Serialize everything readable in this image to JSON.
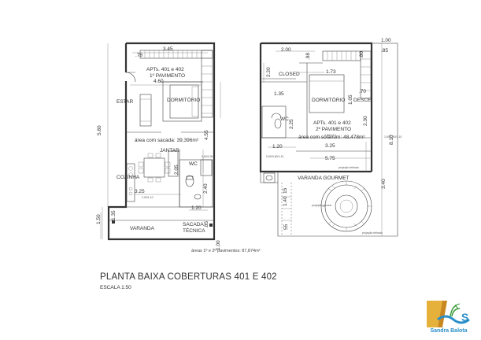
{
  "title": "PLANTA BAIXA COBERTURAS 401 E 402",
  "scale": "ESCALA 1:50",
  "area_note": "áreas 1º e 2º pavimentos: 87,874m²",
  "logo_text": "Sandra Balota",
  "logo_letter": "S",
  "left_plan": {
    "apt_title": "APTs. 401 e 402",
    "floor": "1º PAVIMENTO",
    "area": "área com sacada: 39,396m²",
    "rooms": {
      "estar": "ESTAR",
      "dormitorio": "DORMITÓRIO",
      "jantar": "JANTAR",
      "cozinha": "COZINHA",
      "wc": "WC",
      "varanda": "VARANDA",
      "sacada_1": "SACADA",
      "sacada_2": "TÉCNICA"
    },
    "dims": {
      "d345": "3.45",
      "d78": ".78",
      "d460": "4.60",
      "d580": "5.80",
      "d455": "4.55",
      "d205": "2.05",
      "d240": "2.40",
      "d325": "3.25",
      "d120": "1.20",
      "d150": "1.50",
      "d135": "1.35",
      "d85": ".85",
      "d100": "1.00"
    }
  },
  "right_plan": {
    "apt_title": "APTs. 401 e 402",
    "floor": "2º PAVIMENTO",
    "area": "área com solarium: 48,478m²",
    "rooms": {
      "closed": "CLOSED",
      "dormitorio": "DORMITÓRIO",
      "desce": "DESCE",
      "wc": "WC",
      "varanda": "VARANDA GOURMET"
    },
    "dims": {
      "d100": "1.00",
      "d85": ".85",
      "d200": "2.00",
      "d98": ".98",
      "d80": ".80",
      "d220": "2.20",
      "d173": "1.73",
      "d105": "1.05",
      "d70": ".70",
      "d135": "1.35",
      "d225": "2.25",
      "d230": "2.30",
      "d810": "8.10",
      "d120": "1.20",
      "d325": "3.25",
      "d575": "5.75",
      "d340": "3.40",
      "d55": "55",
      "d15": "15",
      "d140": "1.40"
    }
  }
}
